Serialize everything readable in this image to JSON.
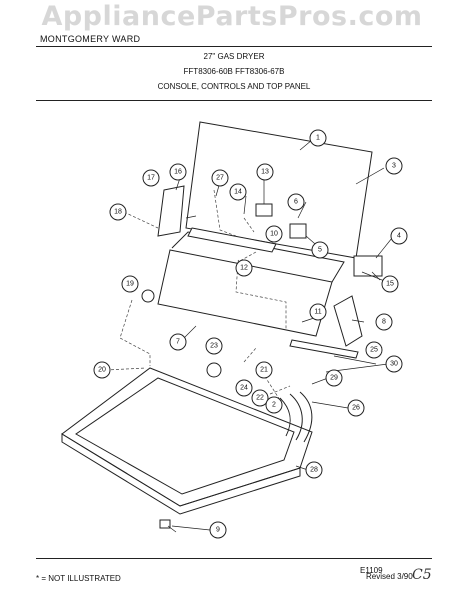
{
  "watermark": "AppliancePartsPros.com",
  "header": {
    "brand": "MONTGOMERY WARD",
    "line1": "27\" GAS DRYER",
    "line2": "FFT8306-60B  FFT8306-67B",
    "line3": "CONSOLE, CONTROLS AND TOP PANEL"
  },
  "diagram_code": "E1109",
  "footer": {
    "note": "* = NOT ILLUSTRATED",
    "revised": "Revised 3/90",
    "handwritten": "C5"
  },
  "callouts": [
    "1",
    "2",
    "3",
    "4",
    "5",
    "6",
    "7",
    "8",
    "9",
    "10",
    "11",
    "12",
    "13",
    "14",
    "15",
    "16",
    "17",
    "18",
    "19",
    "20",
    "21",
    "22",
    "23",
    "24",
    "25",
    "26",
    "27",
    "28",
    "29",
    "30"
  ],
  "colors": {
    "line": "#222222",
    "watermark": "#969696"
  }
}
